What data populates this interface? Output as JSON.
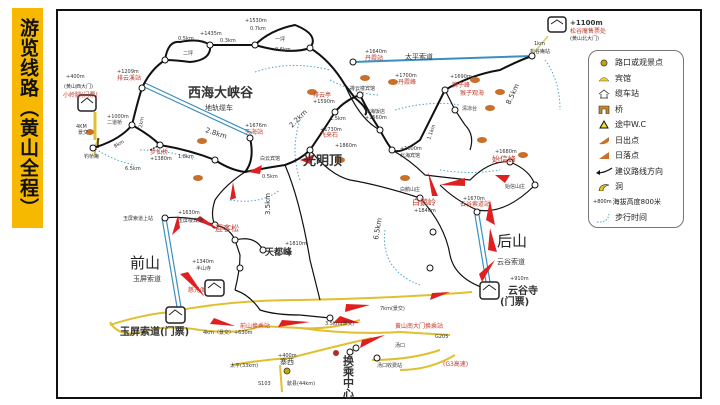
{
  "title": "游览线路（黄山全程）",
  "colors": {
    "title_bg": "#f7b800",
    "route": "#111111",
    "cableway": "#3b8fc0",
    "road": "#e0c030",
    "direction_arrow": "#e02020",
    "spot_label": "#c0392b"
  },
  "legend": {
    "items": [
      {
        "icon": "junction-dot-icon",
        "label": "路口或观景点"
      },
      {
        "icon": "hotel-icon",
        "label": "宾馆"
      },
      {
        "icon": "cable-station-icon",
        "label": "缆车站"
      },
      {
        "icon": "bridge-icon",
        "label": "桥"
      },
      {
        "icon": "wc-icon",
        "label": "途中W.C"
      },
      {
        "icon": "sunrise-icon",
        "label": "日出点"
      },
      {
        "icon": "sunset-icon",
        "label": "日落点"
      },
      {
        "icon": "direction-arrow-icon",
        "label": "建议路线方向"
      },
      {
        "icon": "cave-icon",
        "label": "洞"
      },
      {
        "icon": "altitude-icon",
        "label": "海拔高度800米",
        "prefix": "+800m"
      },
      {
        "icon": "walk-time-icon",
        "label": "步行时间"
      }
    ]
  },
  "map": {
    "regions": {
      "west_canyon": "西海大峡谷",
      "guangmingding": "光明顶",
      "front_mountain": "前山",
      "back_mountain": "后山",
      "huancheng": "换乘中心"
    },
    "cableways": {
      "dgl": "地轨缆车",
      "dgl_len": "2.8km",
      "yuping": "玉屏索道",
      "yungu": "云谷索道",
      "taiping": "太平索道"
    },
    "west_gate": {
      "alt": "+400m",
      "name": "(黄山西大门)",
      "ticket": "小岭脚(门票)",
      "dist": "4KM",
      "bus": "景交"
    },
    "north_gate": {
      "alt": "+1100m",
      "ticket": "松谷庵售票处",
      "name": "(黄山北大门)",
      "dist": "1km"
    },
    "yungu_gate": {
      "alt": "+910m",
      "name": "云谷寺",
      "ticket": "(门票)"
    },
    "yuping_gate": {
      "name": "玉屏索道(门票)",
      "dist": "4km（景交）+630m"
    },
    "spots": {
      "paiyunxi": "排云溪站",
      "paiyunxi_alt": "+1209m",
      "erping": "二坪",
      "yiping": "一坪",
      "erdaoqiao": "二道桥",
      "erdaoqiao_alt": "+1000m",
      "buxianqiao": "步仙桥",
      "buxianqiao_alt": "+1380m",
      "diaoqiaoan": "钓桥庵",
      "tianhai": "天海站",
      "tianhai_alt": "+1676m",
      "danxia_st": "丹霞站",
      "danxia_st_alt": "+1640m",
      "danxia_peak": "丹霞峰",
      "danxia_peak_alt": "+1700m",
      "paiyun": "排云亭",
      "paiyun_alt": "+1590m",
      "paiyunlou": "排云楼宾馆",
      "xihai_hotel": "西海饭店",
      "xihai_alt": "+1560m",
      "feilaishi": "飞来石",
      "feilaishi_alt": "+1730m",
      "shizifeng": "狮子峰",
      "shizifeng_alt": "+1690m",
      "houzi": "猴子观海",
      "qingliang": "清凉台",
      "beihai": "北海宾馆",
      "beihai_alt": "+1600m",
      "shixin": "始信峰",
      "shixin_alt": "+1680m",
      "baie": "白鹅岭",
      "baie_alt": "+1840m",
      "yingke": "迎客松",
      "tiandu": "天都峰",
      "tiandu_alt": "+1810m",
      "baiyun": "白云宾馆",
      "songgu_st": "松谷庵站",
      "gmd_alt": "+1860m",
      "yuping_top": "玉屏索道上站",
      "yuping_lou": "玉屏楼宾馆",
      "yuping_alt": "+1630m",
      "yunguhotel": "云谷索道站",
      "yungu_alt": "+1670m",
      "shiquan": "始信山庄",
      "baie_hotel": "白鹅山庄",
      "banshan": "半山寺",
      "banshan_alt": "+1340m",
      "ciguang": "慈光阁"
    },
    "distances": [
      "0.5km",
      "0.7km",
      "0.3km",
      "0.6km",
      "+1435m",
      "+1530m",
      "8.5km",
      "6.5km",
      "3.5km",
      "2.2km",
      "1.5km",
      "1.8km",
      "2km",
      "1.1km",
      "0.5km",
      "8km",
      "6.5km"
    ],
    "roads": {
      "jiao7": "7km(景交)",
      "jiao35": "3.5km(景交)",
      "g205": "G205",
      "s103": "S103",
      "g3": "(G3高速)",
      "tangkou_toll": "汤口收费站",
      "tangkou": "汤口",
      "front_gate": "前山换乘站",
      "zhaixi": "寨西",
      "zhaixi_alt": "+400m",
      "taiping_dist": "太平(33km)",
      "shexian": "歙县(44km)",
      "south_gate": "黄山南大门换乘站"
    }
  }
}
